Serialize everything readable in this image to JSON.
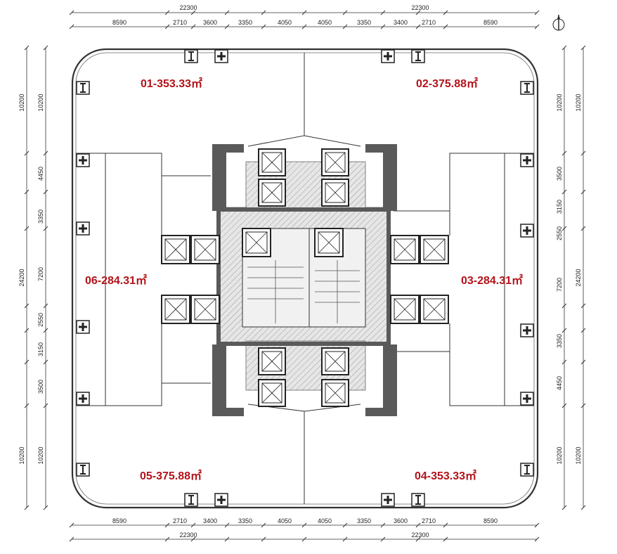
{
  "colors": {
    "unit_label": "#b2131a",
    "wall": "#5a5a5a",
    "core_hatch": "#d8d8d8"
  },
  "icons": {
    "north_arrow": "north-arrow-icon",
    "column": "column-icon"
  },
  "dims": {
    "top_totals": [
      "22300",
      "22300"
    ],
    "top_segments": [
      "8590",
      "2710",
      "3600",
      "3350",
      "4050",
      "4050",
      "3350",
      "3400",
      "2710",
      "8590"
    ],
    "bottom_segments": [
      "8590",
      "2710",
      "3400",
      "3350",
      "4050",
      "4050",
      "3350",
      "3600",
      "2710",
      "8590"
    ],
    "bottom_totals": [
      "22300",
      "22300"
    ],
    "left_outer": [
      "10200",
      "24200",
      "10200"
    ],
    "left_inner": [
      "10200",
      "4450",
      "3350",
      "7200",
      "2550",
      "3150",
      "3500",
      "10200"
    ],
    "right_inner": [
      "10200",
      "3500",
      "3150",
      "2550",
      "7200",
      "3350",
      "4450",
      "10200"
    ],
    "right_outer": [
      "10200",
      "24200",
      "10200"
    ]
  },
  "units": {
    "u01": "01-353.33㎡",
    "u02": "02-375.88㎡",
    "u03": "03-284.31㎡",
    "u04": "04-353.33㎡",
    "u05": "05-375.88㎡",
    "u06": "06-284.31㎡"
  }
}
